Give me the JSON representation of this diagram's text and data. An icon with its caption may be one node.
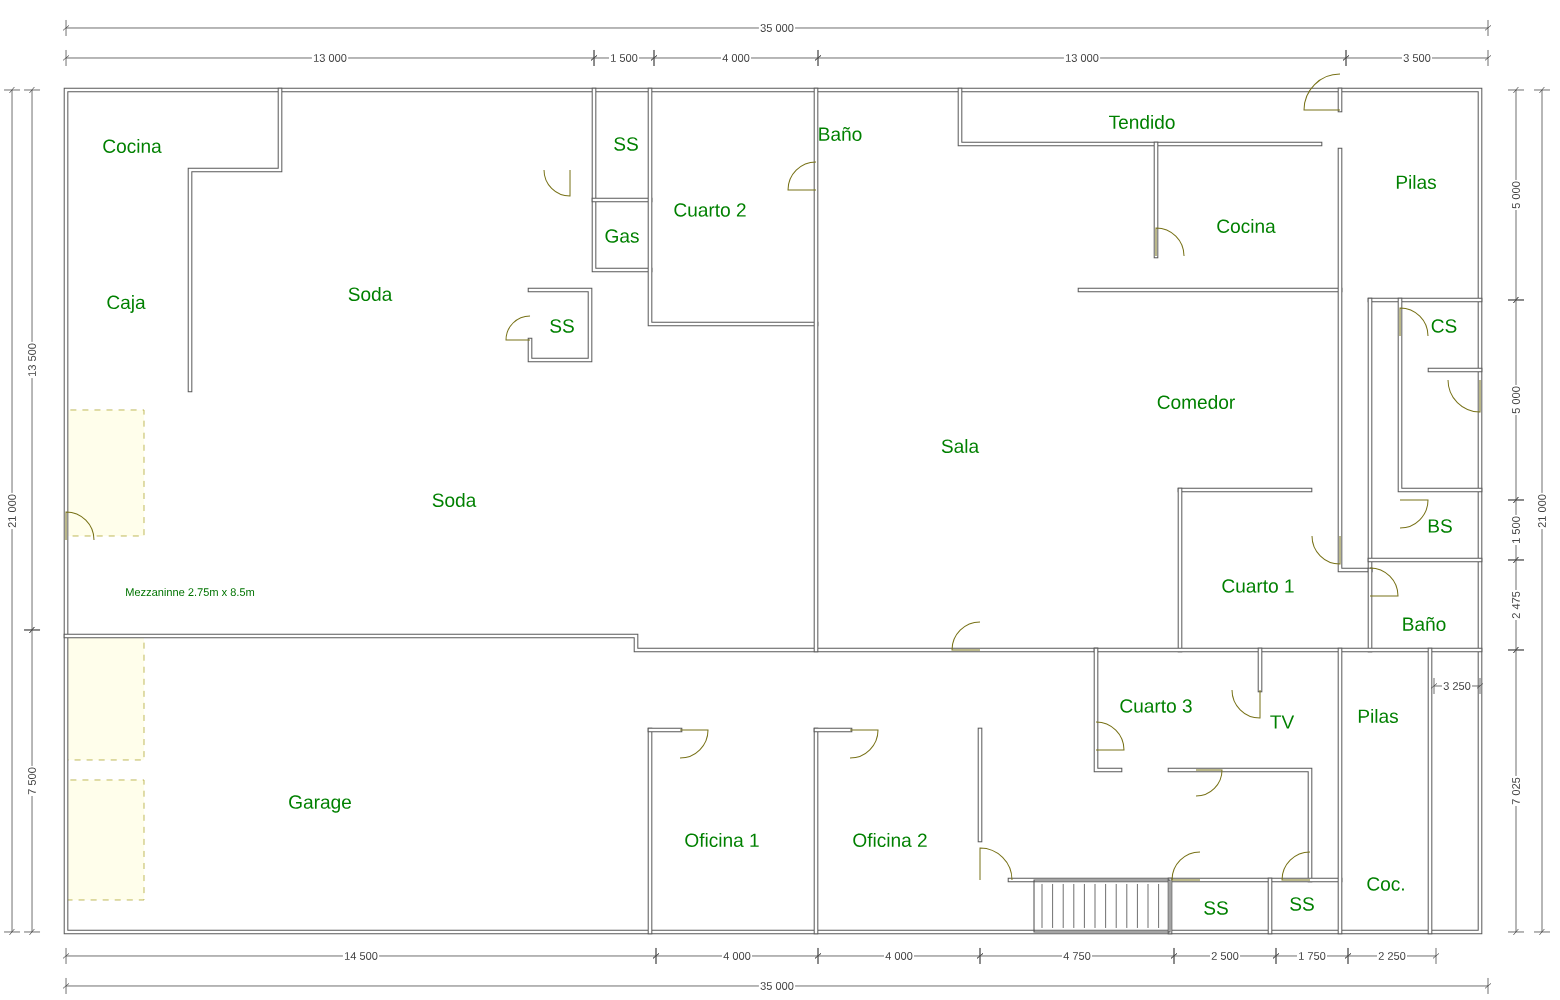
{
  "diagram": {
    "labels": [
      "35 000",
      "13 000",
      "1 500",
      "4 000",
      "13 000",
      "3 500",
      "Cocina",
      "SS",
      "Baño",
      "Tendido",
      "Pilas",
      "Gas",
      "Cuarto 2",
      "Cocina",
      "Caja",
      "Soda",
      "SS",
      "CS",
      "Comedor",
      "Sala",
      "Soda",
      "BS",
      "Mezzaninne 2.75m x 8.5m",
      "Cuarto 1",
      "Baño",
      "Cuarto 3",
      "TV",
      "Pilas",
      "Garage",
      "Oficina 1",
      "Oficina 2",
      "SS",
      "SS",
      "Coc.",
      "13 500",
      "21 000",
      "7 500",
      "5 000",
      "5 000",
      "1 500",
      "21 000",
      "2 475",
      "3 250",
      "7 025",
      "14 500",
      "4 000",
      "4 000",
      "4 750",
      "2 500",
      "1 750",
      "2 250",
      "35 000"
    ]
  }
}
